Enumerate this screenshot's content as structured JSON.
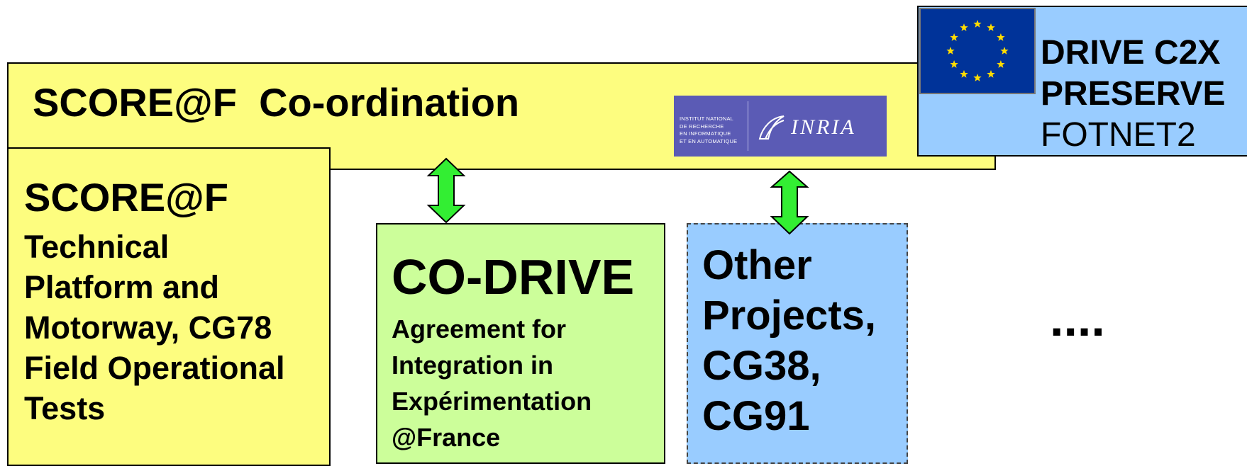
{
  "coordination": {
    "title": "SCORE@F  Co-ordination"
  },
  "inria": {
    "caption_lines": [
      "INSTITUT NATIONAL",
      "DE RECHERCHE",
      "EN INFORMATIQUE",
      "ET EN AUTOMATIQUE"
    ],
    "wordmark": "INRIA"
  },
  "technical": {
    "title": "SCORE@F",
    "lines": [
      "Technical",
      "Platform and",
      "Motorway, CG78",
      "Field Operational",
      "Tests"
    ]
  },
  "codrive": {
    "title": "CO-DRIVE",
    "lines": [
      "Agreement for",
      "Integration in",
      "Expérimentation",
      "@France"
    ]
  },
  "other": {
    "lines": [
      "Other",
      "Projects,",
      "CG38,",
      "CG91"
    ]
  },
  "eu_projects": {
    "lines": [
      "DRIVE C2X",
      "PRESERVE",
      "FOTNET2"
    ]
  },
  "ellipsis": "....",
  "colors": {
    "yellow": "#fdfd7f",
    "green_box": "#ccfe9a",
    "blue_box": "#99ccff",
    "arrow": "#33ee33",
    "eu_flag": "#003399"
  }
}
